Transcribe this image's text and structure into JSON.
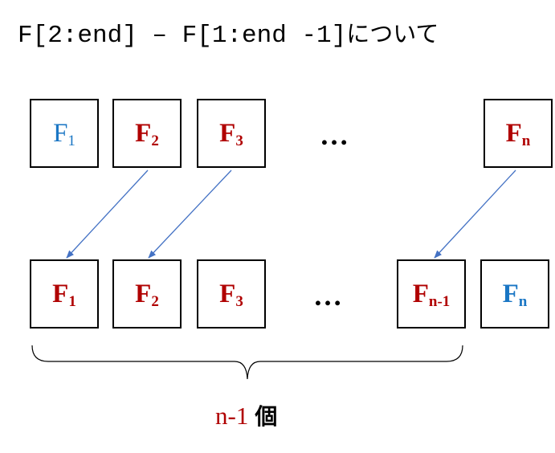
{
  "title": {
    "code": "F[2:end] – F[1:end -1]",
    "suffix": "について"
  },
  "top_row": [
    {
      "base": "F",
      "sub": "1",
      "color": "#1a76c4"
    },
    {
      "base": "F",
      "sub": "2",
      "color": "#b00000"
    },
    {
      "base": "F",
      "sub": "3",
      "color": "#b00000"
    },
    {
      "base": "F",
      "sub": "n",
      "color": "#b00000"
    }
  ],
  "bottom_row": [
    {
      "base": "F",
      "sub": "1",
      "color": "#b00000"
    },
    {
      "base": "F",
      "sub": "2",
      "color": "#b00000"
    },
    {
      "base": "F",
      "sub": "3",
      "color": "#b00000"
    },
    {
      "base": "F",
      "sub": "n-1",
      "color": "#b00000"
    },
    {
      "base": "F",
      "sub": "n",
      "color": "#1a76c4"
    }
  ],
  "ellipsis": "…",
  "count": {
    "number": "n-1",
    "unit": "個"
  },
  "colors": {
    "highlight": "#b00000",
    "excluded": "#1a76c4",
    "arrow": "#4472c4"
  }
}
